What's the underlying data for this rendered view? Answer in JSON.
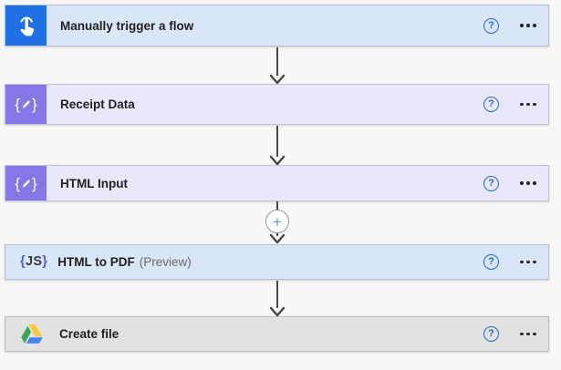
{
  "flow": {
    "steps": [
      {
        "title": "Manually trigger a flow",
        "icon": "hand-tap-icon",
        "icon_bg": "#1f6fe5",
        "card_bg": "#d9e6f8"
      },
      {
        "title": "Receipt Data",
        "icon": "compose-braces-pencil-icon",
        "icon_bg": "#8578e6",
        "card_bg": "#e9e8fa"
      },
      {
        "title": "HTML Input",
        "icon": "compose-braces-pencil-icon",
        "icon_bg": "#8578e6",
        "card_bg": "#e9e8fa"
      },
      {
        "title": "HTML to PDF",
        "preview_tag": "(Preview)",
        "icon": "js-braces-icon",
        "card_bg": "#d9e6f8"
      },
      {
        "title": "Create file",
        "icon": "google-drive-icon",
        "card_bg": "#e2e2e2"
      }
    ],
    "controls": {
      "help_glyph": "?"
    },
    "insert_button_glyph": "+"
  },
  "icons": {
    "brace_open": "{",
    "js_label": "JS",
    "brace_close": "}"
  },
  "colors": {
    "page_background": "#f7f7f6",
    "arrow": "#474747",
    "help_icon": "#2866cc",
    "plus_icon": "#4e9cd9",
    "title_text": "#201f1e",
    "preview_text": "#6a6a68",
    "trigger_icon_bg": "#1f6fe5",
    "compose_icon_bg": "#8578e6",
    "js_brace": "#5b5bc4",
    "drive_green": "#3da45a",
    "drive_yellow": "#fcc63f",
    "drive_blue": "#4285f4"
  }
}
